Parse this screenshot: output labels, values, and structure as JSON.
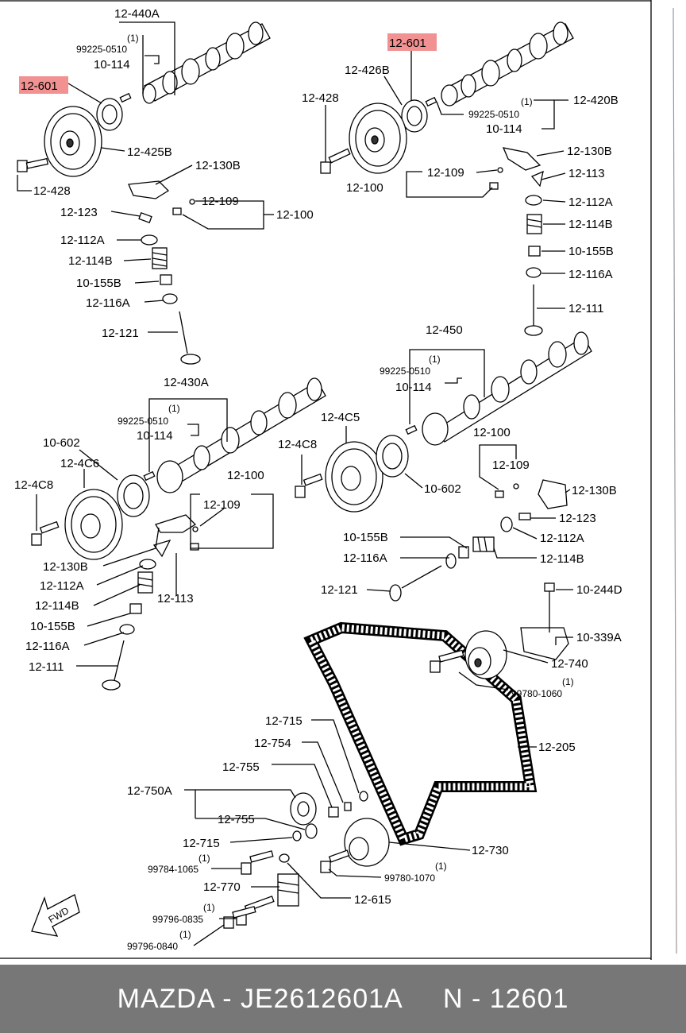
{
  "labels": {
    "l_12440A": "12-440A",
    "l_q1a": "(1)",
    "l_99225a": "99225-0510",
    "l_10114a": "10-114",
    "l_12601a": "12-601",
    "l_12425B": "12-425B",
    "l_12428a": "12-428",
    "l_12130Ba": "12-130B",
    "l_12109a": "12-109",
    "l_12100a": "12-100",
    "l_12123a": "12-123",
    "l_12112Aa": "12-112A",
    "l_12114Ba": "12-114B",
    "l_10155Ba": "10-155B",
    "l_12116Aa": "12-116A",
    "l_12121a": "12-121",
    "l_12601b": "12-601",
    "l_12426B": "12-426B",
    "l_12428b": "12-428",
    "l_12420B": "12-420B",
    "l_q1b": "(1)",
    "l_99225b": "99225-0510",
    "l_10114b": "10-114",
    "l_12130Bb": "12-130B",
    "l_12109b": "12-109",
    "l_12113b": "12-113",
    "l_12100b": "12-100",
    "l_12112Ab": "12-112A",
    "l_12114Bb": "12-114B",
    "l_10155Bb": "10-155B",
    "l_12116Ab": "12-116A",
    "l_12111b": "12-111",
    "l_12450": "12-450",
    "l_q1c": "(1)",
    "l_99225c": "99225-0510",
    "l_10114c": "10-114",
    "l_12430A": "12-430A",
    "l_q1d": "(1)",
    "l_99225d": "99225-0510",
    "l_10114d": "10-114",
    "l_124C5": "12-4C5",
    "l_124C8b": "12-4C8",
    "l_10602a": "10-602",
    "l_124C6": "12-4C6",
    "l_124C8a": "12-4C8",
    "l_12100c": "12-100",
    "l_12109c": "12-109",
    "l_10602b": "10-602",
    "l_12100d": "12-100",
    "l_12109d": "12-109",
    "l_12130Bd": "12-130B",
    "l_12123d": "12-123",
    "l_12112Ad": "12-112A",
    "l_12114Bd": "12-114B",
    "l_10155Bd": "10-155B",
    "l_12116Ad": "12-116A",
    "l_12121d": "12-121",
    "l_12130Bc": "12-130B",
    "l_12112Ac": "12-112A",
    "l_12113c": "12-113",
    "l_12114Bc": "12-114B",
    "l_10155Bc": "10-155B",
    "l_12116Ac": "12-116A",
    "l_12111c": "12-111",
    "l_10244D": "10-244D",
    "l_10339A": "10-339A",
    "l_12740": "12-740",
    "l_q1e": "(1)",
    "l_99780_1060": "99780-1060",
    "l_12715a": "12-715",
    "l_12205": "12-205",
    "l_12754": "12-754",
    "l_12755a": "12-755",
    "l_12750A": "12-750A",
    "l_12755b": "12-755",
    "l_12715b": "12-715",
    "l_12730": "12-730",
    "l_q1f": "(1)",
    "l_99784": "99784-1065",
    "l_q1g": "(1)",
    "l_99780_1070": "99780-1070",
    "l_12770": "12-770",
    "l_12615": "12-615",
    "l_q1h": "(1)",
    "l_99796_0835": "99796-0835",
    "l_q1i": "(1)",
    "l_99796_0840": "99796-0840",
    "l_fwd": "FWD"
  },
  "highlight_color": "#f19191",
  "footer": {
    "text": "MAZDA - JE2612601A     N - 12601",
    "background": "#777777"
  }
}
